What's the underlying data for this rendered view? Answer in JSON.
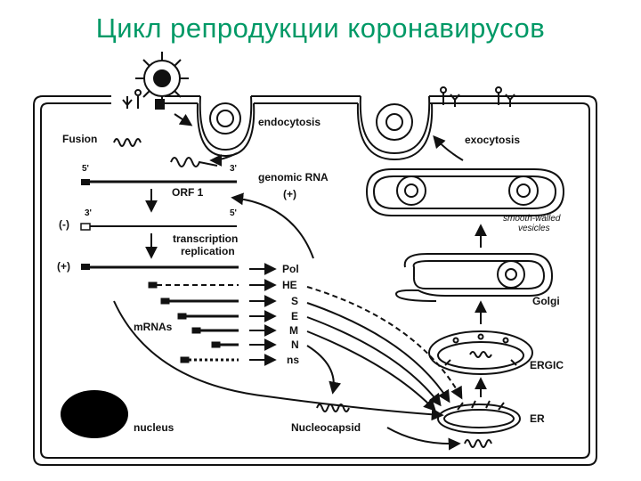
{
  "title": "Цикл репродукции коронавирусов",
  "labels": {
    "endocytosis": "endocytosis",
    "exocytosis": "exocytosis",
    "fusion": "Fusion",
    "genomic_rna": "genomic RNA",
    "plus_paren": "(+)",
    "orf1": "ORF 1",
    "minus_strand": "(-)",
    "plus_strand": "(+)",
    "five_prime": "5'",
    "three_prime": "3'",
    "transcription": "transcription",
    "replication": "replication",
    "smooth_walled": "smooth-walled",
    "vesicles": "vesicles",
    "golgi": "Golgi",
    "ergic": "ERGIC",
    "er": "ER",
    "mrnas": "mRNAs",
    "nucleus": "nucleus",
    "nucleocapsid": "Nucleocapsid",
    "proteins": [
      "Pol",
      "HE",
      "S",
      "E",
      "M",
      "N",
      "ns"
    ]
  }
}
